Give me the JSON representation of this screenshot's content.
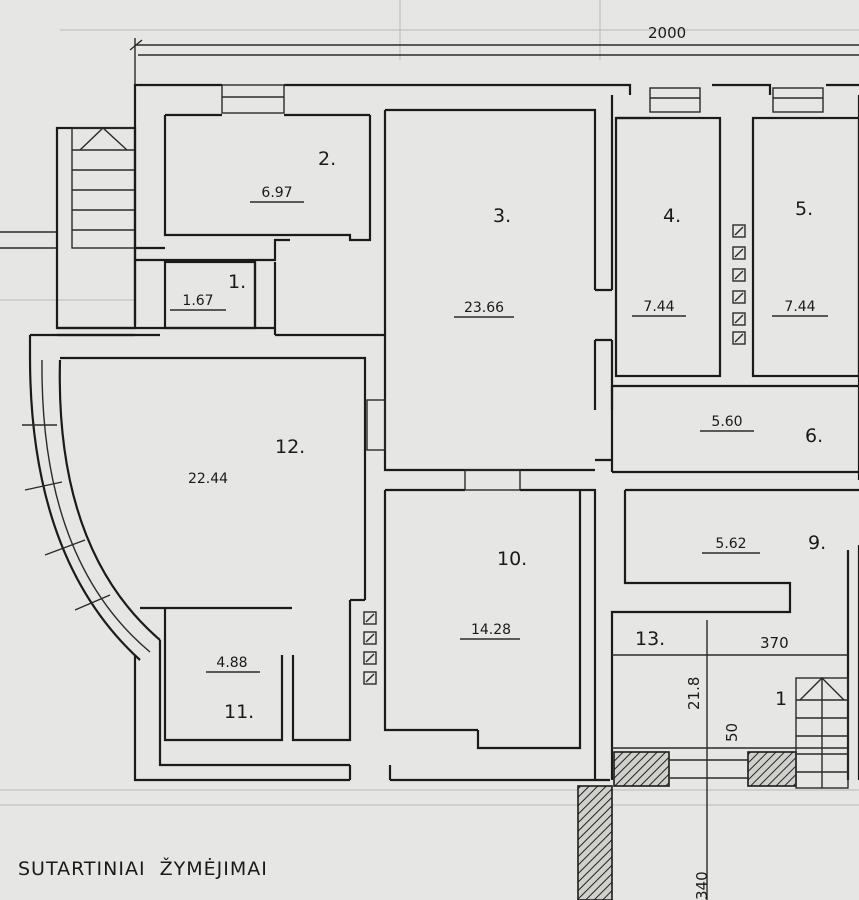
{
  "plan": {
    "overall_dimension": "2000",
    "legend_title": "SUTARTINIAI  ŽYMĖJIMAI",
    "rooms": [
      {
        "id": "1",
        "number": "1.",
        "area": "1.67"
      },
      {
        "id": "2",
        "number": "2.",
        "area": "6.97"
      },
      {
        "id": "3",
        "number": "3.",
        "area": "23.66"
      },
      {
        "id": "4",
        "number": "4.",
        "area": "7.44"
      },
      {
        "id": "5",
        "number": "5.",
        "area": "7.44"
      },
      {
        "id": "6",
        "number": "6.",
        "area": "5.60"
      },
      {
        "id": "9",
        "number": "9.",
        "area": "5.62"
      },
      {
        "id": "10",
        "number": "10.",
        "area": "14.28"
      },
      {
        "id": "11",
        "number": "11.",
        "area": "4.88"
      },
      {
        "id": "12",
        "number": "12.",
        "area": "22.44"
      },
      {
        "id": "13",
        "number": "13."
      }
    ],
    "stair_number": "1",
    "dimensions": {
      "width_370": "370",
      "height_218": "21.8",
      "height_50": "50",
      "bottom_340": "340"
    }
  }
}
